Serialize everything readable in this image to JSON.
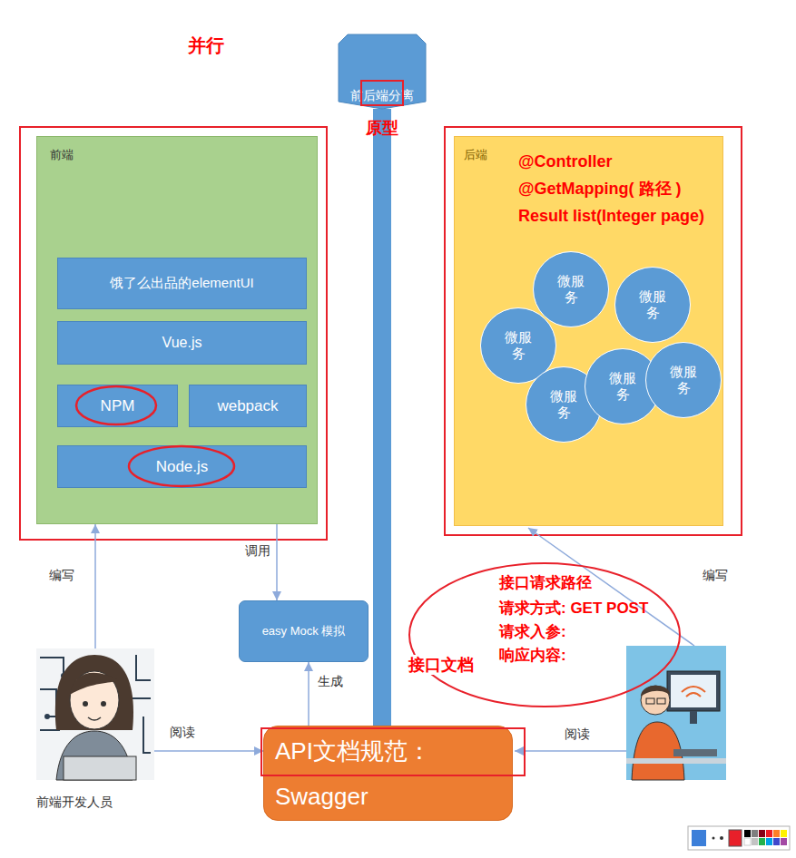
{
  "diagram": {
    "nodes": [
      {
        "text": [
          "前后端分离",
          "原型"
        ]
      },
      {
        "text": [
          "前端"
        ]
      },
      {
        "text": [
          "饿了么出品的elementUI"
        ],
        "in": 1
      },
      {
        "text": [
          "Vue.js"
        ],
        "in": 1
      },
      {
        "text": [
          "NPM"
        ],
        "in": 1
      },
      {
        "text": [
          "webpack"
        ],
        "in": 1
      },
      {
        "text": [
          "Node.js"
        ],
        "in": 1
      },
      {
        "text": [
          "后端",
          "@Controller",
          "@GetMapping( 路径 )",
          "Result list(Integer page)"
        ]
      },
      {
        "text": [
          "微服务"
        ],
        "in": 7
      },
      {
        "text": [
          "微服务"
        ],
        "in": 7
      },
      {
        "text": [
          "微服务"
        ],
        "in": 7
      },
      {
        "text": [
          "微服务"
        ],
        "in": 7
      },
      {
        "text": [
          "微服务"
        ],
        "in": 7
      },
      {
        "text": [
          "微服务"
        ],
        "in": 7
      },
      {
        "text": [
          "easy Mock 模拟"
        ]
      },
      {
        "text": [
          "接口请求路径",
          "请求方式: GET POST",
          "请求入参:",
          "响应内容:"
        ]
      },
      {
        "text": [
          "API文档规范：",
          "Swagger"
        ]
      },
      {
        "text": [
          "前端开发人员"
        ]
      }
    ],
    "edges": [
      {
        "from": 0,
        "to": 16,
        "arrow": "none"
      },
      {
        "from": 17,
        "to": 1,
        "label": "编写",
        "arrow": "to"
      },
      {
        "from": 1,
        "to": 14,
        "label": "调用",
        "arrow": "to"
      },
      {
        "from": 16,
        "to": 14,
        "label": "生成",
        "arrow": "to"
      },
      {
        "from": 17,
        "to": 16,
        "label": "阅读",
        "arrow": "to"
      }
    ],
    "labels": [
      "并行",
      "接口文档",
      "阅读",
      "编写"
    ]
  }
}
